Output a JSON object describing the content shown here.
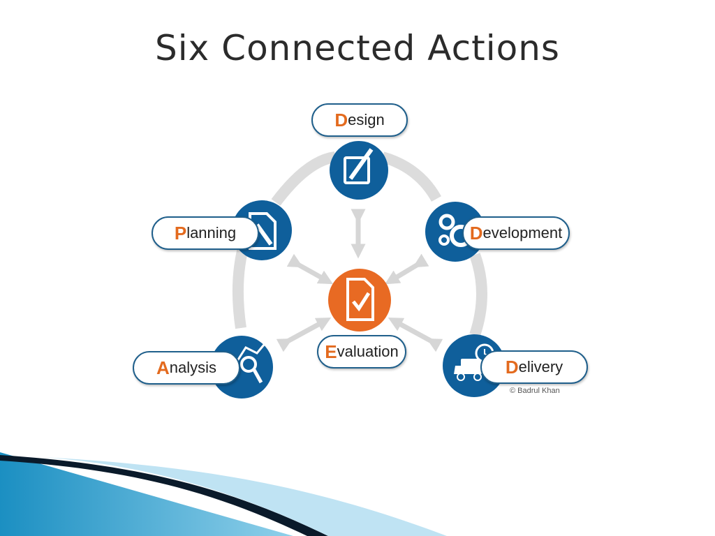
{
  "title": "Six Connected Actions",
  "colors": {
    "primary": "#0f5f9b",
    "accent": "#e86a23",
    "arrow": "#d6d6d6"
  },
  "nodes": {
    "design": {
      "initial": "D",
      "rest": "esign",
      "icon": "edit-icon"
    },
    "planning": {
      "initial": "P",
      "rest": "lanning",
      "icon": "document-pencil-icon"
    },
    "development": {
      "initial": "D",
      "rest": "evelopment",
      "icon": "gears-icon"
    },
    "evaluation": {
      "initial": "E",
      "rest": "valuation",
      "icon": "document-check-icon"
    },
    "analysis": {
      "initial": "A",
      "rest": "nalysis",
      "icon": "chart-magnifier-icon"
    },
    "delivery": {
      "initial": "D",
      "rest": "elivery",
      "icon": "truck-clock-icon"
    }
  },
  "credit": "© Badrul Khan"
}
